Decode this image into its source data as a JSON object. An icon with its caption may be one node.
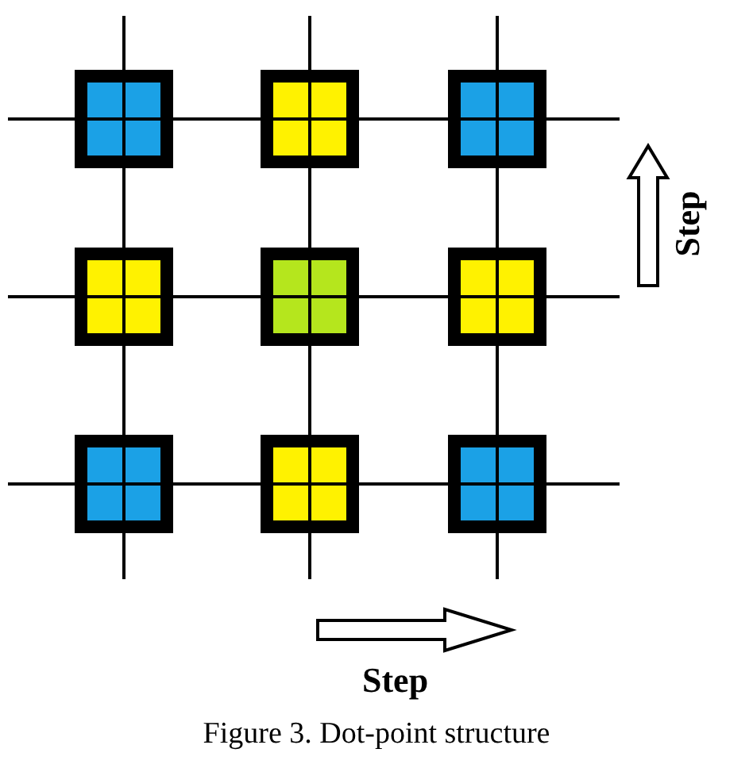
{
  "diagram": {
    "caption": "Figure 3. Dot-point structure",
    "nodes": [
      {
        "text": [],
        "shape": "box"
      },
      {
        "text": [],
        "shape": "box"
      },
      {
        "text": [],
        "shape": "box"
      },
      {
        "text": [],
        "shape": "box"
      },
      {
        "text": [],
        "shape": "box"
      },
      {
        "text": [],
        "shape": "box"
      },
      {
        "text": [],
        "shape": "box"
      },
      {
        "text": [],
        "shape": "box"
      },
      {
        "text": [],
        "shape": "box"
      }
    ],
    "edges": [],
    "labels": [
      "Step",
      "Step"
    ]
  }
}
